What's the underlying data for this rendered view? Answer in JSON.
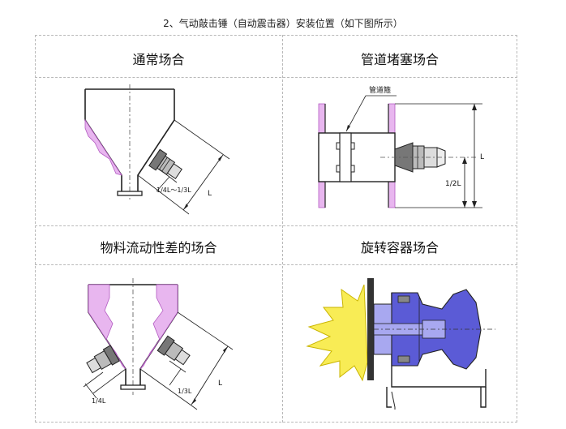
{
  "caption": "2、气动敲击锤（自动震击器）安装位置（如下图所示）",
  "cells": [
    {
      "title": "通常场合",
      "labels": {
        "quarter_range": "1/4L～1/3L",
        "L": "L"
      }
    },
    {
      "title": "管道堵塞场合",
      "labels": {
        "pipe_clamp": "管道箍",
        "L": "L",
        "half": "1/2L"
      }
    },
    {
      "title": "物料流动性差的场合",
      "labels": {
        "quarter": "1/4L",
        "third": "1/3L",
        "L": "L"
      }
    },
    {
      "title": "旋转容器场合",
      "labels": {}
    }
  ],
  "colors": {
    "material": "#e8b6ef",
    "material_edge": "#b35ac2",
    "rotary_body": "#5b5bd6",
    "rotary_light": "#a8a8f0",
    "explosion": "#f8ec55",
    "grid": "#b9b9b9"
  }
}
